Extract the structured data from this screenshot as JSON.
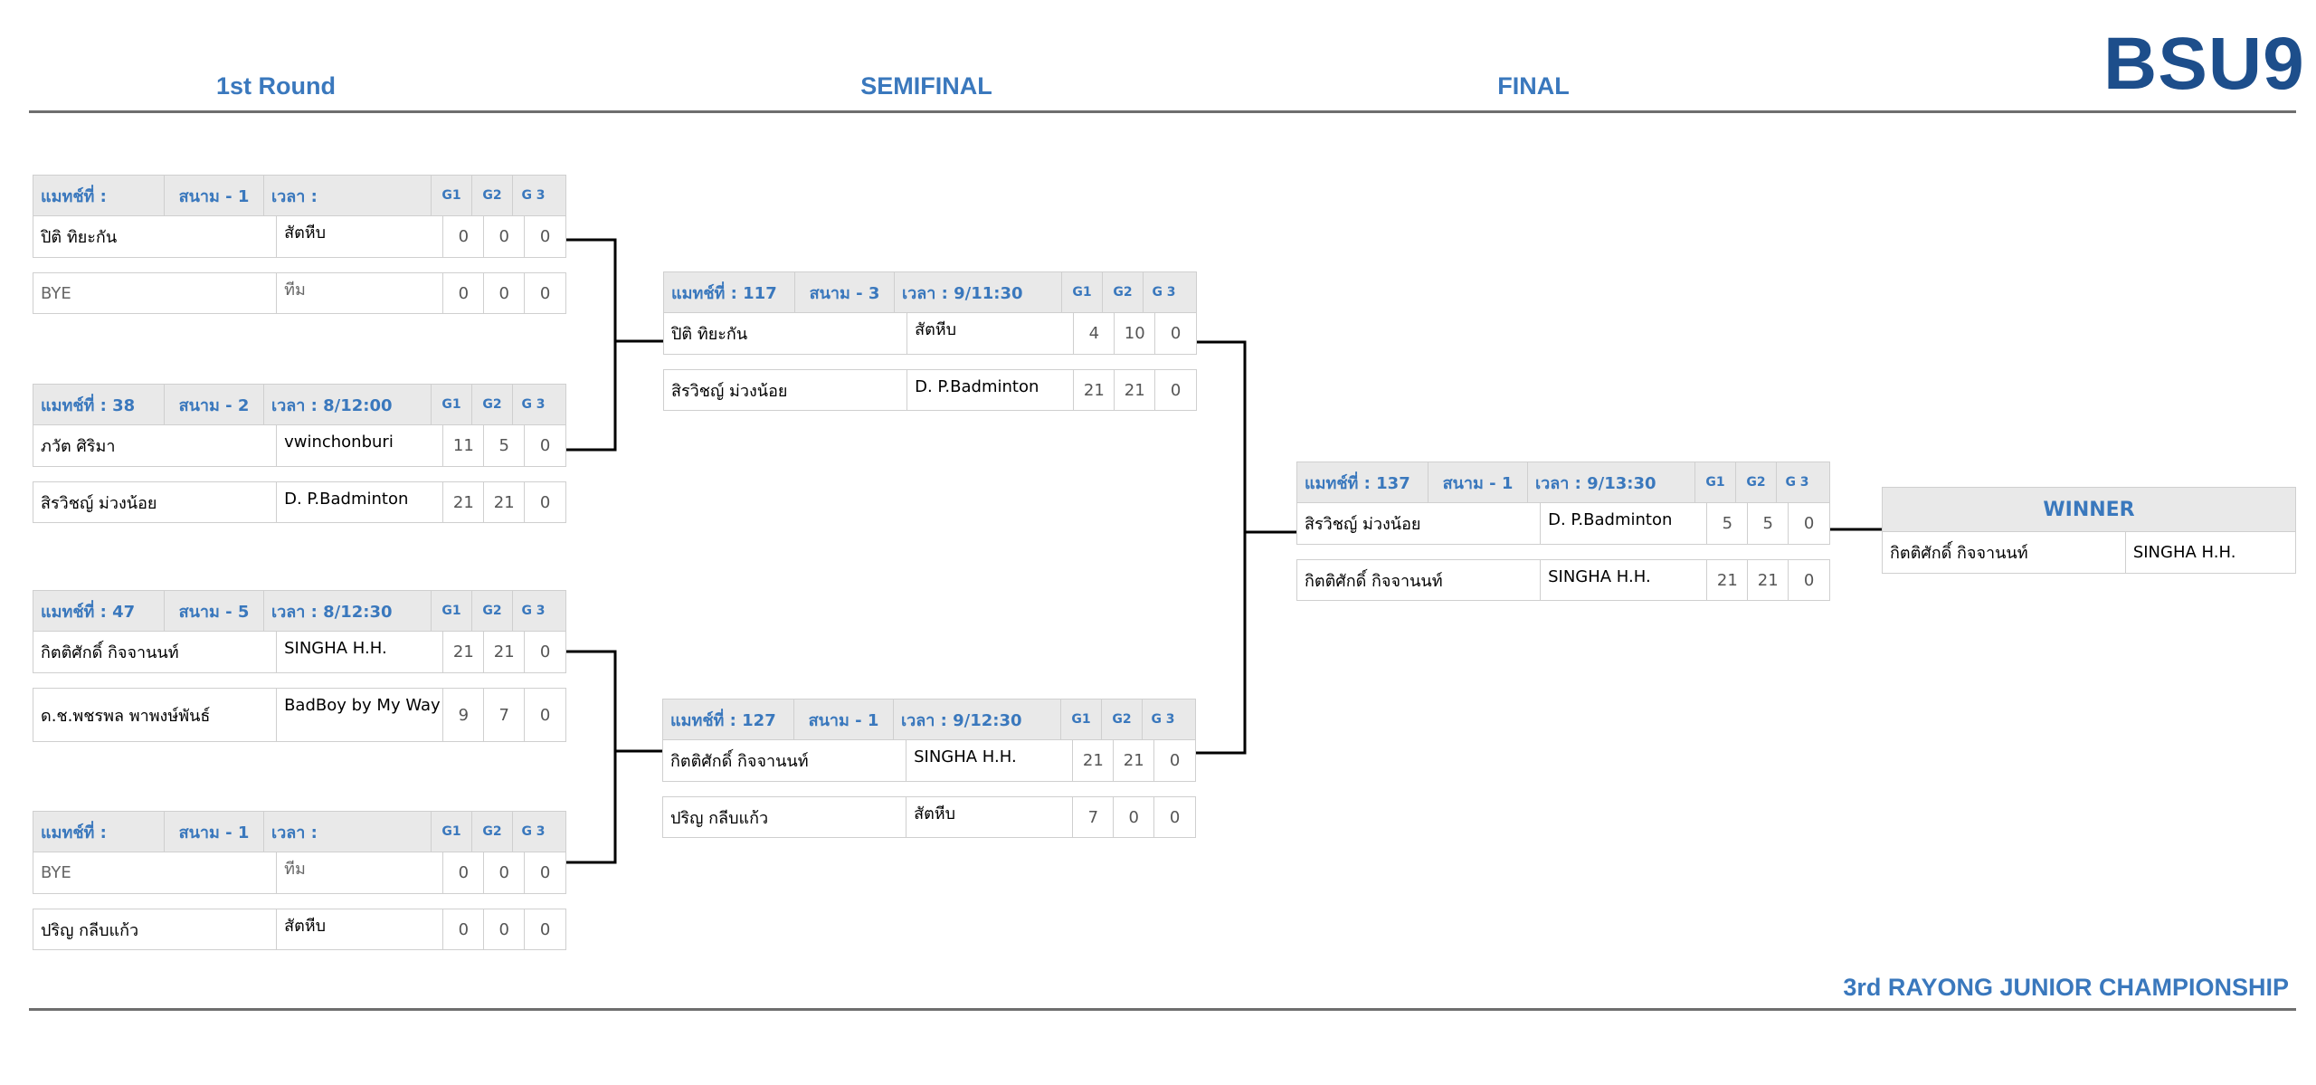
{
  "brand": "BSU9",
  "rounds": [
    "1st Round",
    "SEMIFINAL",
    "FINAL"
  ],
  "footer": "3rd RAYONG JUNIOR CHAMPIONSHIP",
  "game_headers": [
    "G1",
    "G2",
    "G 3"
  ],
  "matches": [
    {
      "num": "แมทช์ที่ :",
      "court": "สนาม - 1",
      "time": "เวลา :",
      "p1": {
        "name": "ปิติ  ทิยะกัน",
        "team": "สัตหีบ",
        "g": [
          "0",
          "0",
          "0"
        ]
      },
      "p2": {
        "name": "BYE",
        "team": "ทีม",
        "g": [
          "0",
          "0",
          "0"
        ]
      }
    },
    {
      "num": "แมทช์ที่ : 38",
      "court": "สนาม - 2",
      "time": "เวลา : 8/12:00",
      "p1": {
        "name": "ภวัต ศิริมา",
        "team": "vwinchonburi",
        "g": [
          "11",
          "5",
          "0"
        ]
      },
      "p2": {
        "name": "สิรวิชญ์ ม่วงน้อย",
        "team": "D. P.Badminton",
        "g": [
          "21",
          "21",
          "0"
        ]
      }
    },
    {
      "num": "แมทช์ที่ : 47",
      "court": "สนาม - 5",
      "time": "เวลา : 8/12:30",
      "p1": {
        "name": "กิตติศักดิ์ กิจจานนท์",
        "team": "SINGHA H.H.",
        "g": [
          "21",
          "21",
          "0"
        ]
      },
      "p2": {
        "name": "ด.ช.พชรพล พาพงษ์พันธ์",
        "team": "BadBoy by My Way",
        "g": [
          "9",
          "7",
          "0"
        ]
      }
    },
    {
      "num": "แมทช์ที่ :",
      "court": "สนาม - 1",
      "time": "เวลา :",
      "p1": {
        "name": "BYE",
        "team": "ทีม",
        "g": [
          "0",
          "0",
          "0"
        ]
      },
      "p2": {
        "name": "ปริญ  กลีบแก้ว",
        "team": "สัตหีบ",
        "g": [
          "0",
          "0",
          "0"
        ]
      }
    },
    {
      "num": "แมทช์ที่ : 117",
      "court": "สนาม - 3",
      "time": "เวลา : 9/11:30",
      "p1": {
        "name": "ปิติ  ทิยะกัน",
        "team": "สัตหีบ",
        "g": [
          "4",
          "10",
          "0"
        ]
      },
      "p2": {
        "name": "สิรวิชญ์ ม่วงน้อย",
        "team": "D. P.Badminton",
        "g": [
          "21",
          "21",
          "0"
        ]
      }
    },
    {
      "num": "แมทช์ที่ : 127",
      "court": "สนาม - 1",
      "time": "เวลา : 9/12:30",
      "p1": {
        "name": "กิตติศักดิ์ กิจจานนท์",
        "team": "SINGHA H.H.",
        "g": [
          "21",
          "21",
          "0"
        ]
      },
      "p2": {
        "name": "ปริญ  กลีบแก้ว",
        "team": "สัตหีบ",
        "g": [
          "7",
          "0",
          "0"
        ]
      }
    },
    {
      "num": "แมทช์ที่ : 137",
      "court": "สนาม - 1",
      "time": "เวลา : 9/13:30",
      "p1": {
        "name": "สิรวิชญ์ ม่วงน้อย",
        "team": "D. P.Badminton",
        "g": [
          "5",
          "5",
          "0"
        ]
      },
      "p2": {
        "name": "กิตติศักดิ์ กิจจานนท์",
        "team": "SINGHA H.H.",
        "g": [
          "21",
          "21",
          "0"
        ]
      }
    }
  ],
  "winner": {
    "label": "WINNER",
    "name": "กิตติศักดิ์ กิจจานนท์",
    "team": "SINGHA H.H."
  }
}
